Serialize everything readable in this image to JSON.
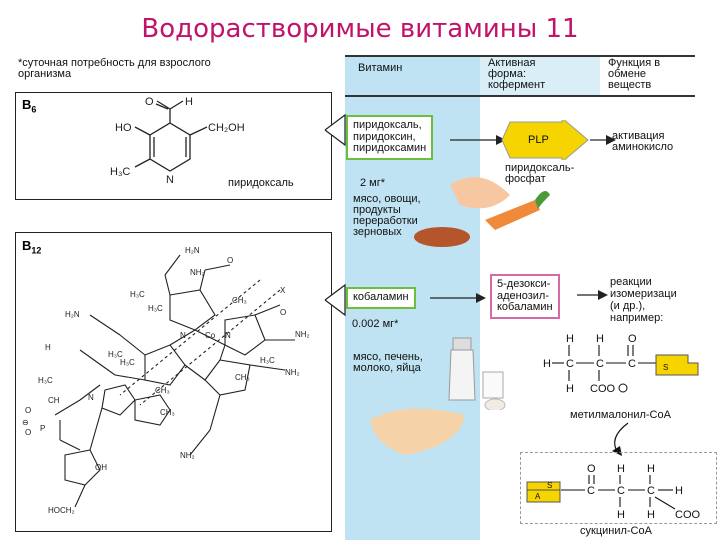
{
  "title": "Водорастворимые витамины  11",
  "footnote": "*суточная потребность для взрослого\nорганизма",
  "table_headers": {
    "vitamin": "Витамин",
    "active_form": "Активная\nформа:\nкофермент",
    "function": "Функция в\nобмене\nвеществ"
  },
  "b6": {
    "label": "B",
    "sub": "6",
    "molecule_name": "пиридоксаль",
    "forms": "пиридоксаль,\nпиридоксин,\nпиридоксамин",
    "coenzyme": "PLP",
    "coenzyme_name": "пиридоксаль-\nфосфат",
    "function": "активация\nаминокисло",
    "dose": "2 мг*",
    "sources": "мясо, овощи,\nпродукты\nпереработки\nзерновых"
  },
  "b12": {
    "label": "B",
    "sub": "12",
    "forms": "кобаламин",
    "coenzyme": "5-дезокси-\nаденозил-\nкобаламин",
    "function": "реакции\nизомеризаци\n(и др.),\nнапример:",
    "dose": "0.002 мг*",
    "sources": "мясо, печень,\nмолоко, яйца",
    "metabolite1": "метилмалонил-CoA",
    "metabolite2": "сукцинил-CoA"
  },
  "colors": {
    "title": "#c0136a",
    "column_blue": "#bfe3f2",
    "green_border": "#6bbf3a",
    "pink_border": "#d66aa6",
    "arrow_yellow": "#f5d400"
  }
}
